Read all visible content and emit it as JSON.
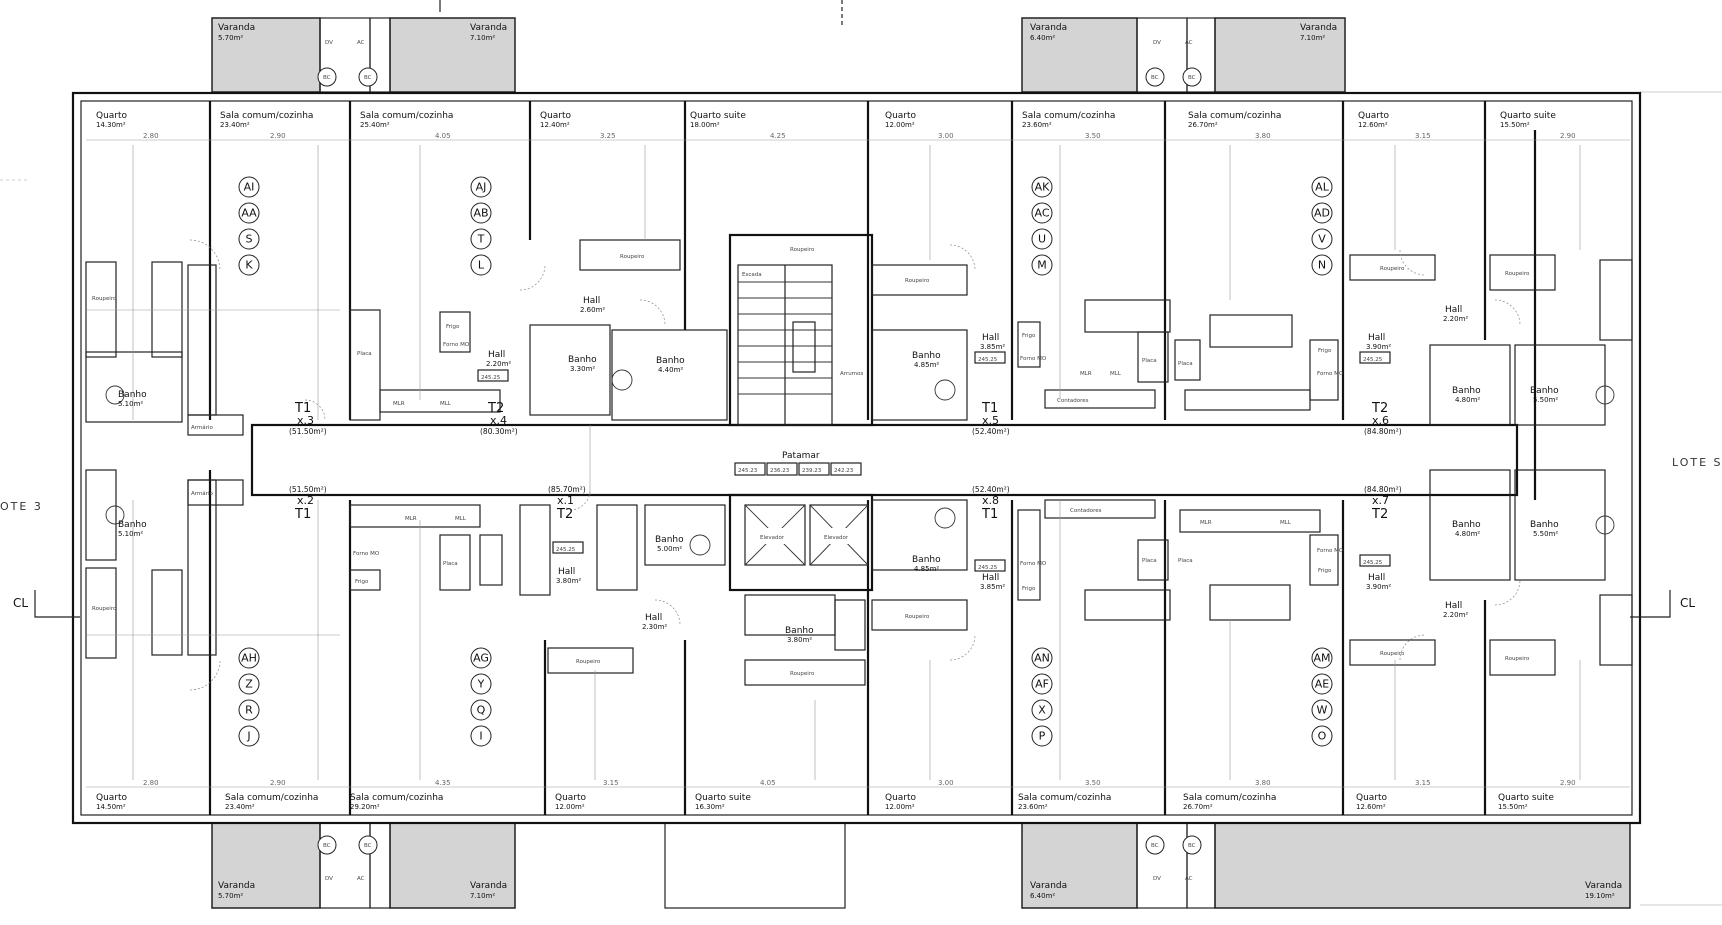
{
  "title": "",
  "side_labels": {
    "left": "OTE 3",
    "right": "LOTE S",
    "cut_left": "CL",
    "cut_right": "CL"
  },
  "landing": {
    "label": "Patamar",
    "levels": [
      "245.23",
      "236.23",
      "239.23",
      "242.23"
    ]
  },
  "level_tag": "245.25",
  "balconies_top": [
    {
      "name": "Varanda",
      "area": "5.70m²"
    },
    {
      "name": "Varanda",
      "area": "7.10m²"
    },
    {
      "name": "Varanda",
      "area": "6.40m²"
    },
    {
      "name": "Varanda",
      "area": "7.10m²"
    }
  ],
  "balconies_bottom": [
    {
      "name": "Varanda",
      "area": "5.70m²"
    },
    {
      "name": "Varanda",
      "area": "7.10m²"
    },
    {
      "name": "Varanda",
      "area": "6.40m²"
    },
    {
      "name": "Varanda",
      "area": "19.10m²"
    }
  ],
  "shafts": [
    "DV",
    "AC",
    "BC"
  ],
  "top_rooms": [
    {
      "name": "Quarto",
      "area": "14.30m²"
    },
    {
      "name": "Sala comum/cozinha",
      "area": "23.40m²"
    },
    {
      "name": "Sala comum/cozinha",
      "area": "25.40m²"
    },
    {
      "name": "Quarto",
      "area": "12.40m²"
    },
    {
      "name": "Quarto suite",
      "area": "18.00m²"
    },
    {
      "name": "Quarto",
      "area": "12.00m²"
    },
    {
      "name": "Sala comum/cozinha",
      "area": "23.60m²"
    },
    {
      "name": "Sala comum/cozinha",
      "area": "26.70m²"
    },
    {
      "name": "Quarto",
      "area": "12.60m²"
    },
    {
      "name": "Quarto suite",
      "area": "15.50m²"
    }
  ],
  "bottom_rooms": [
    {
      "name": "Quarto",
      "area": "14.50m²"
    },
    {
      "name": "Sala comum/cozinha",
      "area": "23.40m²"
    },
    {
      "name": "Sala comum/cozinha",
      "area": "29.20m²"
    },
    {
      "name": "Quarto",
      "area": "12.00m²"
    },
    {
      "name": "Quarto suite",
      "area": "16.30m²"
    },
    {
      "name": "Quarto",
      "area": "12.00m²"
    },
    {
      "name": "Sala comum/cozinha",
      "area": "23.60m²"
    },
    {
      "name": "Sala comum/cozinha",
      "area": "26.70m²"
    },
    {
      "name": "Quarto",
      "area": "12.60m²"
    },
    {
      "name": "Quarto suite",
      "area": "15.50m²"
    }
  ],
  "baths": [
    {
      "name": "Banho",
      "area": "5.10m²"
    },
    {
      "name": "Banho",
      "area": "3.30m²"
    },
    {
      "name": "Banho",
      "area": "4.40m²"
    },
    {
      "name": "Banho",
      "area": "4.85m²"
    },
    {
      "name": "Banho",
      "area": "4.80m²"
    },
    {
      "name": "Banho",
      "area": "5.50m²"
    },
    {
      "name": "Banho",
      "area": "5.10m²"
    },
    {
      "name": "Banho",
      "area": "5.00m²"
    },
    {
      "name": "Banho",
      "area": "3.80m²"
    },
    {
      "name": "Banho",
      "area": "4.85m²"
    },
    {
      "name": "Banho",
      "area": "4.80m²"
    },
    {
      "name": "Banho",
      "area": "5.50m²"
    }
  ],
  "halls": [
    {
      "name": "Hall",
      "area": "2.20m²"
    },
    {
      "name": "Hall",
      "area": "2.60m²"
    },
    {
      "name": "Hall",
      "area": "3.85m²"
    },
    {
      "name": "Hall",
      "area": "3.90m²"
    },
    {
      "name": "Hall",
      "area": "2.20m²"
    },
    {
      "name": "Hall",
      "area": "3.80m²"
    },
    {
      "name": "Hall",
      "area": "2.30m²"
    },
    {
      "name": "Hall",
      "area": "3.85m²"
    },
    {
      "name": "Hall",
      "area": "3.90m²"
    },
    {
      "name": "Hall",
      "area": "2.20m²"
    }
  ],
  "apartments_top": [
    {
      "type": "T1",
      "count": "x.3",
      "area": "(51.50m²)"
    },
    {
      "type": "T2",
      "count": "x.4",
      "area": "(80.30m²)"
    },
    {
      "type": "T1",
      "count": "x.5",
      "area": "(52.40m²)"
    },
    {
      "type": "T2",
      "count": "x.6",
      "area": "(84.80m²)"
    }
  ],
  "apartments_bottom": [
    {
      "type": "T1",
      "count": "x.2",
      "area": "(51.50m²)"
    },
    {
      "type": "T2",
      "count": "x.1",
      "area": "(85.70m²)"
    },
    {
      "type": "T1",
      "count": "x.8",
      "area": "(52.40m²)"
    },
    {
      "type": "T2",
      "count": "x.7",
      "area": "(84.80m²)"
    }
  ],
  "unit_letters_top": [
    [
      "AI",
      "AA",
      "S",
      "K"
    ],
    [
      "AJ",
      "AB",
      "T",
      "L"
    ],
    [
      "AK",
      "AC",
      "U",
      "M"
    ],
    [
      "AL",
      "AD",
      "V",
      "N"
    ]
  ],
  "unit_letters_bottom": [
    [
      "AH",
      "Z",
      "R",
      "J"
    ],
    [
      "AG",
      "Y",
      "Q",
      "I"
    ],
    [
      "AN",
      "AF",
      "X",
      "P"
    ],
    [
      "AM",
      "AE",
      "W",
      "O"
    ]
  ],
  "dims_top": [
    "2.80",
    "2.90",
    "4.05",
    "3.25",
    "4.25",
    "3.00",
    "3.50",
    "3.80",
    "3.15",
    "2.90"
  ],
  "dims_bottom": [
    "2.80",
    "2.90",
    "4.35",
    "3.15",
    "4.05",
    "3.00",
    "3.50",
    "3.80",
    "3.15",
    "2.90"
  ],
  "labels": {
    "roupeiro": "Roupeiro",
    "armario": "Armário",
    "elevador": "Elevador",
    "escada": "Escada",
    "contadores": "Contadores",
    "frigo": "Frigo",
    "forno": "Forno MO",
    "placa": "Placa",
    "mlr": "MLR",
    "mll": "MLL",
    "arrumos": "Arrumos"
  }
}
